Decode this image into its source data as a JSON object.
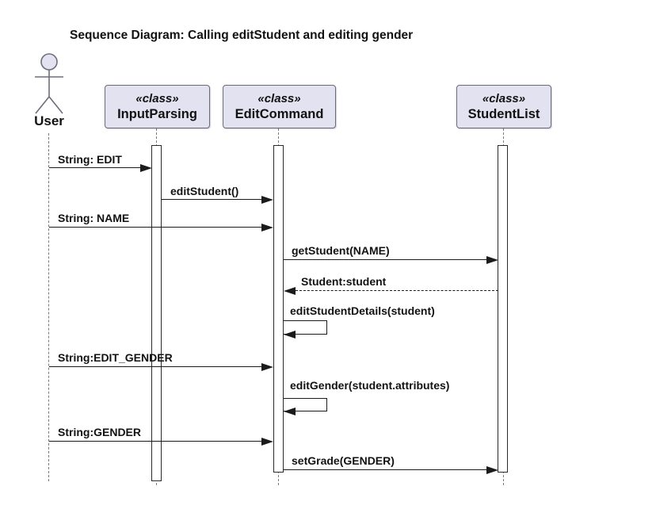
{
  "title": "Sequence Diagram: Calling editStudent and editing gender",
  "actor": {
    "name": "User"
  },
  "participants": [
    {
      "stereotype": "«class»",
      "name": "InputParsing"
    },
    {
      "stereotype": "«class»",
      "name": "EditCommand"
    },
    {
      "stereotype": "«class»",
      "name": "StudentList"
    }
  ],
  "messages": [
    {
      "label": "String: EDIT",
      "from": "User",
      "to": "InputParsing",
      "type": "solid"
    },
    {
      "label": "editStudent()",
      "from": "InputParsing",
      "to": "EditCommand",
      "type": "solid"
    },
    {
      "label": "String: NAME",
      "from": "User",
      "to": "EditCommand",
      "type": "solid"
    },
    {
      "label": "getStudent(NAME)",
      "from": "EditCommand",
      "to": "StudentList",
      "type": "solid"
    },
    {
      "label": "Student:student",
      "from": "StudentList",
      "to": "EditCommand",
      "type": "dashed-return"
    },
    {
      "label": "editStudentDetails(student)",
      "from": "EditCommand",
      "to": "EditCommand",
      "type": "self"
    },
    {
      "label": "String:EDIT_GENDER",
      "from": "User",
      "to": "EditCommand",
      "type": "solid"
    },
    {
      "label": "editGender(student.attributes)",
      "from": "EditCommand",
      "to": "EditCommand",
      "type": "self"
    },
    {
      "label": "String:GENDER",
      "from": "User",
      "to": "EditCommand",
      "type": "solid"
    },
    {
      "label": "setGrade(GENDER)",
      "from": "EditCommand",
      "to": "StudentList",
      "type": "solid"
    }
  ],
  "colors": {
    "participant_fill": "#e2e2f0",
    "participant_border": "#6b6b78",
    "lifeline": "#7a7a7a",
    "arrow": "#1b1b1b",
    "background": "#ffffff"
  }
}
